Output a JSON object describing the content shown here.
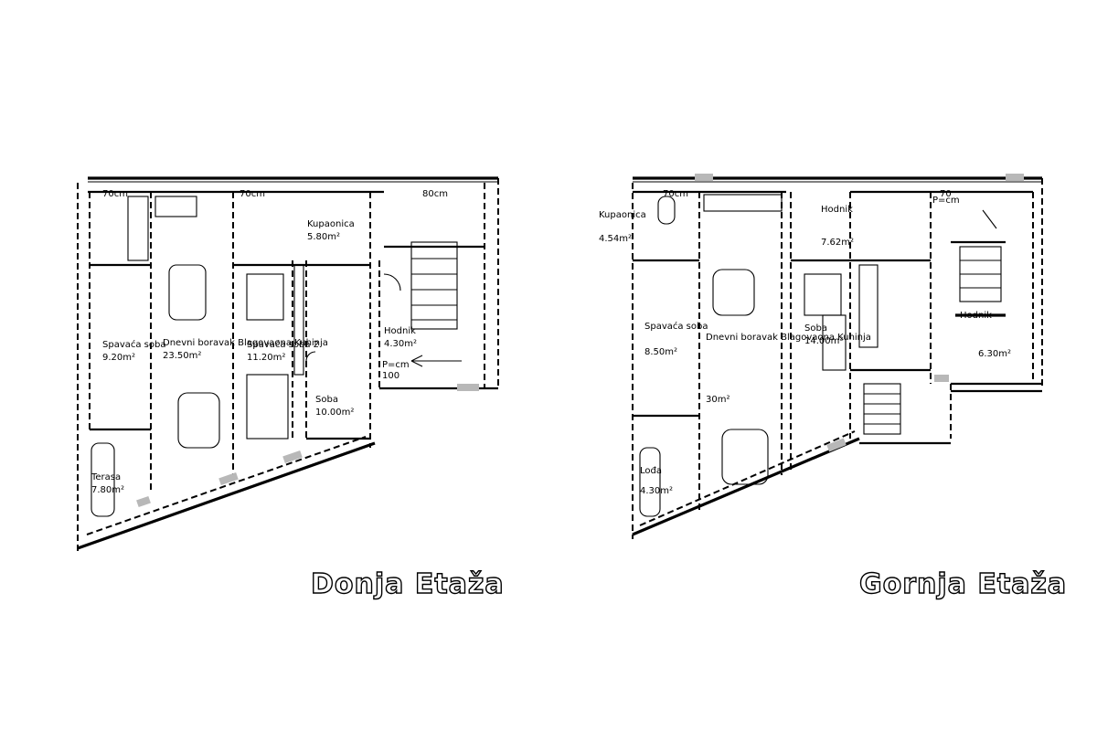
{
  "captions": {
    "left": "Donja Etaža",
    "right": "Gornja Etaža"
  },
  "left_plan": {
    "rooms": [
      {
        "name": "Spavaća soba",
        "size": "9.20m²"
      },
      {
        "name": "Dnevni boravak Blagovaona Kuhinja",
        "size": "23.50m²"
      },
      {
        "name": "Spavaća soba 2",
        "size": "11.20m²"
      },
      {
        "name": "Kupaonica",
        "size": "5.80m²"
      },
      {
        "name": "Hodnik",
        "size": "4.30m²"
      },
      {
        "name": "Soba",
        "size": "10.00m²"
      },
      {
        "name": "Terasa",
        "size": "7.80m²"
      }
    ],
    "dims": [
      "70cm",
      "70cm",
      "80cm",
      "P=cm",
      "100"
    ]
  },
  "right_plan": {
    "rooms": [
      {
        "name": "Kupaonica",
        "size": "4.54m²"
      },
      {
        "name": "Hodnik",
        "size": "7.62m²"
      },
      {
        "name": "Soba",
        "size": "14.00m²"
      },
      {
        "name": "Dnevni boravak Blagovaona Kuhinja",
        "size": "30m²"
      },
      {
        "name": "Spavaća soba",
        "size": "8.50m²"
      },
      {
        "name": "Hodnik",
        "size": "6.30m²"
      },
      {
        "name": "Lođa",
        "size": "4.30m²"
      }
    ],
    "dims": [
      "70cm",
      "70",
      "P=cm"
    ]
  }
}
